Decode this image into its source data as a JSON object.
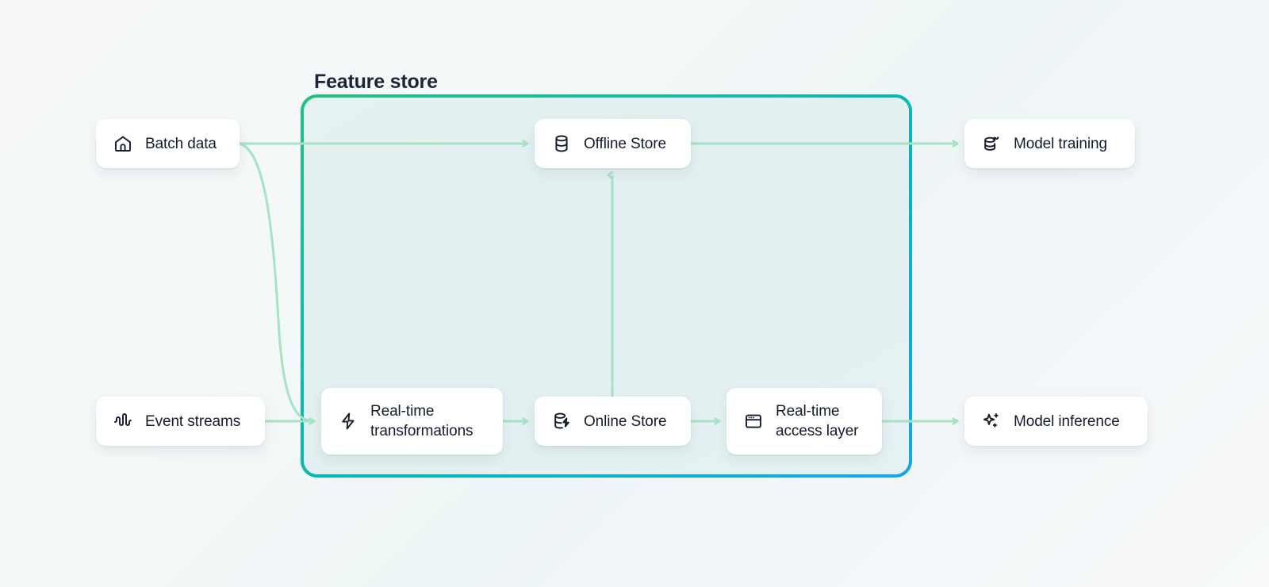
{
  "diagram": {
    "title": "Feature store",
    "group_label": "Feature store",
    "colors": {
      "edge": "#a8e2c4",
      "border_start": "#22c37e",
      "border_mid": "#07b8b0",
      "border_end": "#12a7e8",
      "node_bg": "#ffffff",
      "text": "#141b2d",
      "group_bg": "#e4f0f1",
      "page_bg": "#f6f8fa"
    }
  },
  "nodes": [
    {
      "id": "batch-data",
      "label": "Batch data",
      "icon": "home-icon"
    },
    {
      "id": "event-streams",
      "label": "Event streams",
      "icon": "audio-waveform-icon"
    },
    {
      "id": "offline-store",
      "label": "Offline Store",
      "icon": "database-icon"
    },
    {
      "id": "rt-transform",
      "label": "Real-time\ntransformations",
      "icon": "zap-icon"
    },
    {
      "id": "online-store",
      "label": "Online Store",
      "icon": "database-zap-icon"
    },
    {
      "id": "rt-access",
      "label": "Real-time\naccess layer",
      "icon": "app-window-icon"
    },
    {
      "id": "model-training",
      "label": "Model training",
      "icon": "database-activity-icon"
    },
    {
      "id": "model-inference",
      "label": "Model inference",
      "icon": "sparkles-icon"
    }
  ],
  "edges": [
    {
      "from": "batch-data",
      "to": "offline-store",
      "style": "straight"
    },
    {
      "from": "batch-data",
      "to": "rt-transform",
      "style": "curved"
    },
    {
      "from": "event-streams",
      "to": "rt-transform",
      "style": "straight"
    },
    {
      "from": "rt-transform",
      "to": "online-store",
      "style": "straight"
    },
    {
      "from": "online-store",
      "to": "offline-store",
      "style": "vertical-up"
    },
    {
      "from": "online-store",
      "to": "rt-access",
      "style": "straight"
    },
    {
      "from": "offline-store",
      "to": "model-training",
      "style": "straight"
    },
    {
      "from": "rt-access",
      "to": "model-inference",
      "style": "straight"
    }
  ]
}
